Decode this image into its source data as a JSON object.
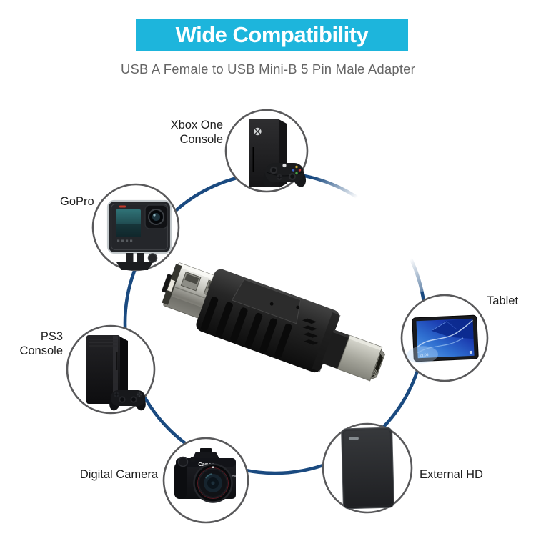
{
  "page": {
    "background": "#ffffff"
  },
  "banner": {
    "title": "Wide Compatibility",
    "bg_color": "#1db5dc",
    "text_color": "#ffffff"
  },
  "subtitle": {
    "text": "USB A Female to USB Mini-B 5 Pin Male Adapter",
    "color": "#656565"
  },
  "diagram": {
    "ring_color": "#1a4a80",
    "node_fill": "#ffffff",
    "node_border_color": "#59595b",
    "label_color": "#1f1f1f",
    "devices": [
      {
        "id": "xbox-one-console",
        "lines": [
          "Xbox One",
          "Console"
        ]
      },
      {
        "id": "gopro",
        "lines": [
          "GoPro"
        ]
      },
      {
        "id": "ps3-console",
        "lines": [
          "PS3",
          "Console"
        ]
      },
      {
        "id": "digital-camera",
        "lines": [
          "Digital Camera"
        ]
      },
      {
        "id": "tablet",
        "lines": [
          "Tablet"
        ]
      },
      {
        "id": "external-hd",
        "lines": [
          "External HD"
        ]
      }
    ],
    "camera_text": {
      "brand": "Canon",
      "model": "EOS R5"
    },
    "tablet_screen": {
      "time": "21:06"
    },
    "center_item": "USB A female to USB Mini-B 5 pin male adapter",
    "controller_button_colors": {
      "a": "#46a546",
      "b": "#c43a3a",
      "x": "#3a62c4",
      "y": "#cdae3a"
    }
  }
}
